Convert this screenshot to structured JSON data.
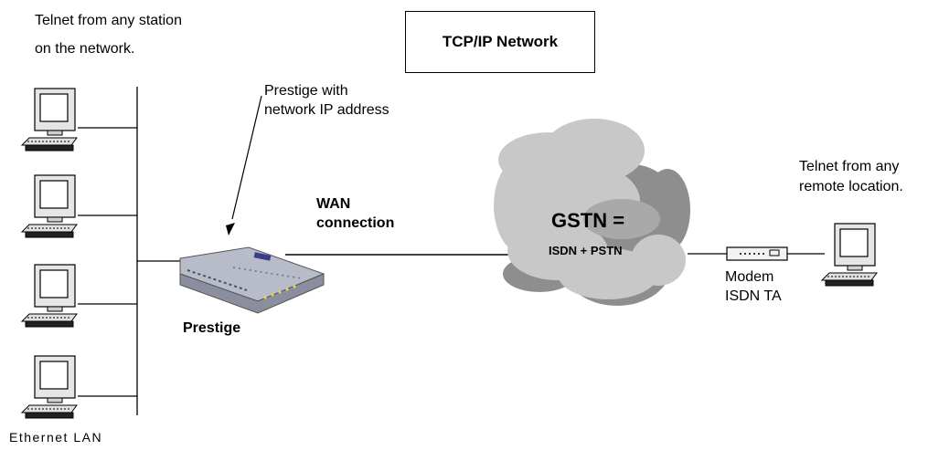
{
  "title_box": "TCP/IP Network",
  "lan": {
    "caption_line1": "Telnet from any station",
    "caption_line2": "on the network.",
    "bottom_label": "Ethernet LAN"
  },
  "prestige": {
    "note_line1": "Prestige with",
    "note_line2": "network IP address",
    "label": "Prestige"
  },
  "wan": {
    "label_line1": "WAN",
    "label_line2": "connection"
  },
  "cloud": {
    "title": "GSTN =",
    "subtitle": "ISDN + PSTN"
  },
  "modem": {
    "label_line1": "Modem",
    "label_line2": "ISDN TA"
  },
  "remote": {
    "caption_line1": "Telnet from any",
    "caption_line2": "remote location."
  },
  "colors": {
    "cloud_light": "#c8c8c8",
    "cloud_dark": "#8e8e8e",
    "monitor_bezel": "#e6e6e6",
    "monitor_screen": "#ffffff",
    "router_body": "#b8bcc8"
  },
  "icons": [
    "computer-icon",
    "router-icon",
    "cloud-icon",
    "modem-icon"
  ]
}
